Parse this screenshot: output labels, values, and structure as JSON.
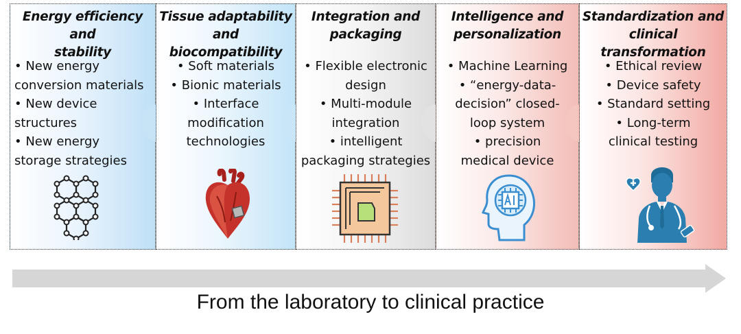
{
  "panels": [
    {
      "title": "Energy efficiency and stability",
      "title_lines": [
        "Energy efficiency and",
        "stability"
      ],
      "lines": [
        "• New  energy",
        "conversion materials",
        "• New  device",
        "structures",
        "• New energy",
        "storage strategies"
      ],
      "icon": "graphene-hexagon-icon",
      "color": "#bfe0f6"
    },
    {
      "title": "Tissue adaptability and biocompatibility",
      "title_lines": [
        "Tissue adaptability",
        "and biocompatibility"
      ],
      "lines": [
        "• Soft materials",
        "• Bionic materials",
        "• Interface",
        "modification",
        "technologies"
      ],
      "icon": "heart-icon",
      "color": "#c3e4f8"
    },
    {
      "title": "Integration and packaging",
      "title_lines": [
        "Integration and",
        "packaging"
      ],
      "lines": [
        "• Flexible electronic",
        "design",
        "• Multi-module",
        "integration",
        "• intelligent",
        "packaging strategies"
      ],
      "icon": "chip-icon",
      "color": "#dcdcdc"
    },
    {
      "title": "Intelligence and personalization",
      "title_lines": [
        "Intelligence and",
        "personalization"
      ],
      "lines": [
        "• Machine Learning",
        "• “energy-data-",
        "decision” closed-",
        "loop system",
        "• precision",
        "medical  device"
      ],
      "icon": "ai-head-icon",
      "color": "#f3bdb7"
    },
    {
      "title": "Standardization and clinical transformation",
      "title_lines": [
        "Standardization and",
        "clinical transformation"
      ],
      "lines": [
        "• Ethical review",
        "• Device safety",
        "• Standard setting",
        "• Long-term",
        "clinical testing"
      ],
      "icon": "doctor-icon",
      "color": "#f2a9a3"
    }
  ],
  "arrow": {
    "icon": "right-arrow-icon",
    "color": "#d6d6d6"
  },
  "caption": "From the laboratory to clinical practice"
}
